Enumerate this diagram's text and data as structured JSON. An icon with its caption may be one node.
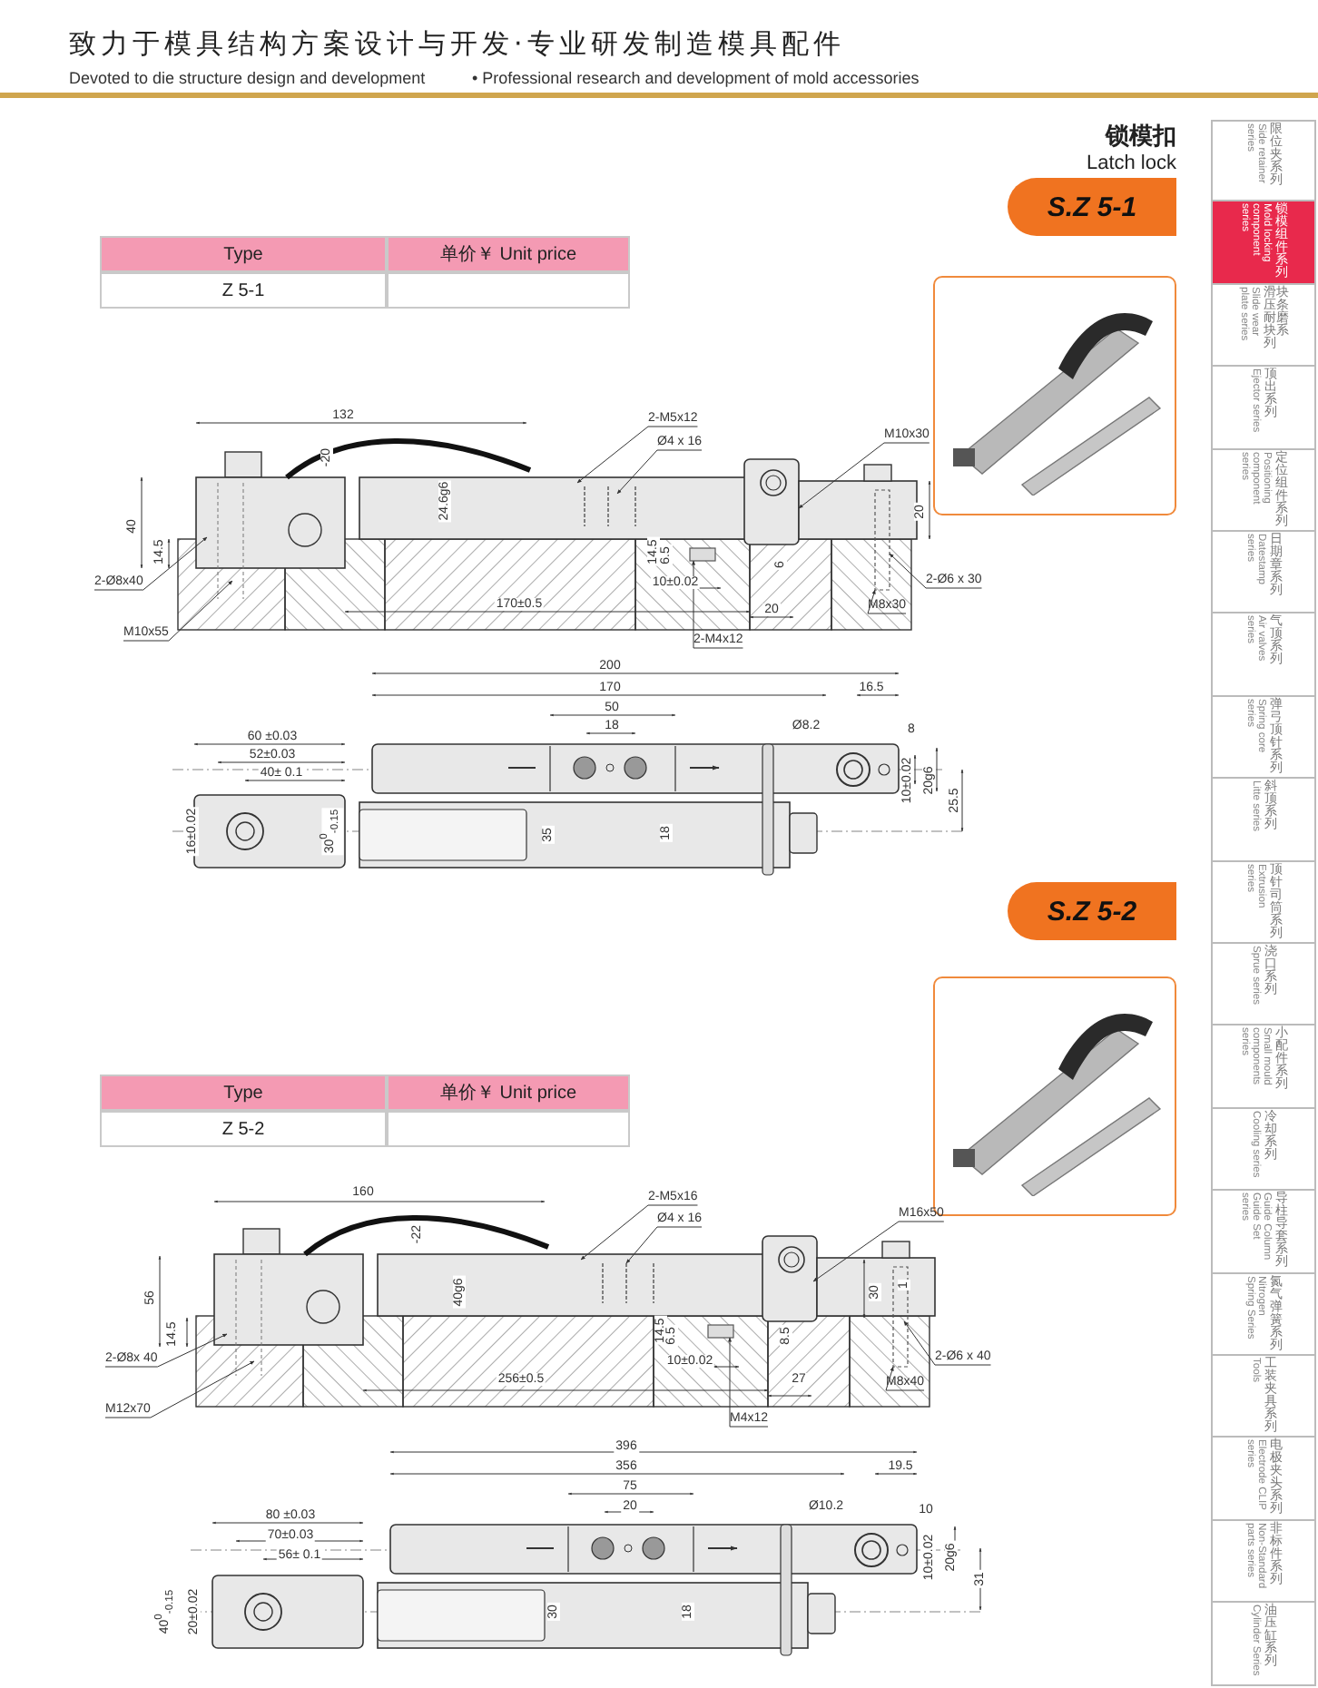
{
  "diagram": {
    "nodes": [
      {
        "text": [
          "S.Z 5-1"
        ]
      },
      {
        "text": [
          "2-M5x12"
        ]
      },
      {
        "text": [
          "Ø4 x 16"
        ]
      },
      {
        "text": [
          "M10x30"
        ]
      },
      {
        "text": [
          "2-Ø8x40"
        ]
      },
      {
        "text": [
          "2-Ø6 x 30"
        ]
      },
      {
        "text": [
          "M8x30"
        ]
      },
      {
        "text": [
          "M10x55"
        ]
      },
      {
        "text": [
          "2-M4x12"
        ]
      },
      {
        "text": [
          "S.Z 5-2"
        ]
      },
      {
        "text": [
          "2-M5x16"
        ]
      },
      {
        "text": [
          "Ø4 x 16"
        ]
      },
      {
        "text": [
          "M16x50"
        ]
      },
      {
        "text": [
          "2-Ø8x 40"
        ]
      },
      {
        "text": [
          "2-Ø6 x 40"
        ]
      },
      {
        "text": [
          "M8x40"
        ]
      },
      {
        "text": [
          "M12x70"
        ]
      },
      {
        "text": [
          "M4x12"
        ]
      },
      {
        "text": [
          "限位夹系列",
          "Side retainer series"
        ]
      },
      {
        "text": [
          "锁模组件系列",
          "Mold locking component series"
        ]
      },
      {
        "text": [
          "滑块压条耐磨块系列",
          "Slide wear plate series"
        ]
      },
      {
        "text": [
          "顶出系列",
          "Ejector series"
        ]
      },
      {
        "text": [
          "定位组件系列",
          "Positioning component series"
        ]
      },
      {
        "text": [
          "日期章系列",
          "Datestamp series"
        ]
      },
      {
        "text": [
          "气顶系列",
          "Air valves series"
        ]
      },
      {
        "text": [
          "弹弓顶针系列",
          "Spring core series"
        ]
      },
      {
        "text": [
          "斜顶系列",
          "Litte series"
        ]
      },
      {
        "text": [
          "顶针司筒系列",
          "Extrusion series"
        ]
      },
      {
        "text": [
          "浇口系列",
          "Sprue series"
        ]
      },
      {
        "text": [
          "小配件系列",
          "Small mould components series"
        ]
      },
      {
        "text": [
          "冷却系列",
          "Cooling series"
        ]
      },
      {
        "text": [
          "导柱导套系列",
          "Guide Column Guide Set series"
        ]
      },
      {
        "text": [
          "氮气弹簧系列",
          "Nitrogen Spring Series"
        ]
      },
      {
        "text": [
          "工装夹具系列",
          "Tools"
        ]
      },
      {
        "text": [
          "电极夹头系列",
          "Electrode CLIP series"
        ]
      },
      {
        "text": [
          "非标件系列",
          "Non-Standard parts series"
        ]
      },
      {
        "text": [
          "油压缸系列",
          "Cylinder Series"
        ]
      },
      {
        "text": [],
        "shape": "bar"
      },
      {
        "text": [],
        "shape": "bar"
      },
      {
        "text": [],
        "shape": "bar"
      },
      {
        "text": [],
        "shape": "bar"
      }
    ],
    "edges": [
      {
        "from": 1,
        "to": null,
        "arrow": "to"
      },
      {
        "from": 2,
        "to": null,
        "arrow": "to"
      },
      {
        "from": 3,
        "to": null,
        "arrow": "to"
      },
      {
        "from": 4,
        "to": null,
        "arrow": "to"
      },
      {
        "from": 5,
        "to": null,
        "arrow": "to"
      },
      {
        "from": 6,
        "to": 38,
        "arrow": "to"
      },
      {
        "from": 7,
        "to": null,
        "arrow": "to"
      },
      {
        "from": 8,
        "to": 37,
        "arrow": "to"
      },
      {
        "from": 10,
        "to": null,
        "arrow": "to"
      },
      {
        "from": 11,
        "to": null,
        "arrow": "to"
      },
      {
        "from": 12,
        "to": null,
        "arrow": "to"
      },
      {
        "from": 13,
        "to": null,
        "arrow": "to"
      },
      {
        "from": 14,
        "to": null,
        "arrow": "to"
      },
      {
        "from": 15,
        "to": 40,
        "arrow": "to"
      },
      {
        "from": 16,
        "to": null,
        "arrow": "to"
      },
      {
        "from": 17,
        "to": 39,
        "arrow": "to"
      }
    ],
    "labels": [
      "致力于模具结构方案设计与开发·专业研发制造模具配件",
      "Devoted to die structure design and development",
      "• Professional research and development of mold accessories",
      "锁模扣",
      "Latch lock",
      "Type",
      "单价￥ Unit price",
      "Z 5-1",
      "132",
      "-20",
      "24.6g6",
      "40",
      "14.5",
      "20",
      "14.5",
      "6.5",
      "6",
      "10±0.02",
      "170±0.5",
      "20",
      "200",
      "170",
      "16.5",
      "50",
      "18",
      "Ø8.2",
      "8",
      "60 ±0.03",
      "52±0.03",
      "40± 0.1",
      "10±0.02",
      "20g6",
      "25.5",
      "16±0.02",
      "30$^{0}$$_{-0.15}$",
      "35",
      "18",
      "Type",
      "单价￥ Unit price",
      "Z 5-2",
      "160",
      "-22",
      "40g6",
      "56",
      "14.5",
      "30",
      "1",
      "14.5",
      "6.5",
      "8.5",
      "10±0.02",
      "256±0.5",
      "27",
      "396",
      "356",
      "19.5",
      "75",
      "20",
      "Ø10.2",
      "10",
      "80 ±0.03",
      "70±0.03",
      "56± 0.1",
      "10±0.02",
      "20g6",
      "31",
      "40$^{0}$$_{-0.15}$",
      "20±0.02",
      "30",
      "18"
    ]
  }
}
